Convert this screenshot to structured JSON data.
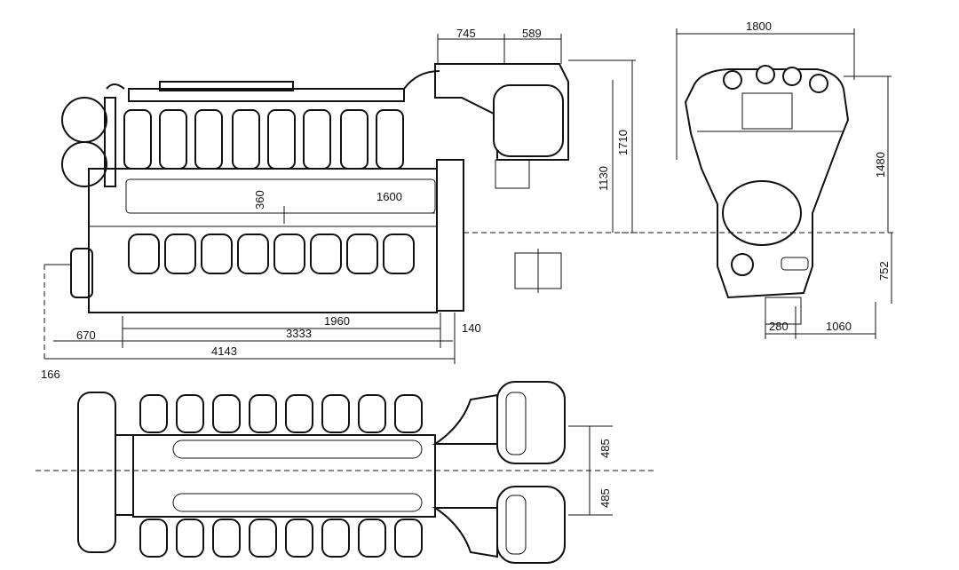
{
  "side_view": {
    "dim_overall": "4143",
    "dim_frame": "3333",
    "dim_mount": "1960",
    "dim_front_overhang": "670",
    "dim_front_offset": "166",
    "dim_rear": "140",
    "dim_block": "1600",
    "dim_block_height": "360",
    "dim_turbo_1": "745",
    "dim_turbo_2": "589",
    "dim_height_1": "1130",
    "dim_height_2": "1710"
  },
  "end_view": {
    "dim_width": "1800",
    "dim_height": "1480",
    "dim_crank_height": "752",
    "dim_offset": "280",
    "dim_half_width": "1060"
  },
  "top_view": {
    "dim_upper": "485",
    "dim_lower": "485"
  }
}
